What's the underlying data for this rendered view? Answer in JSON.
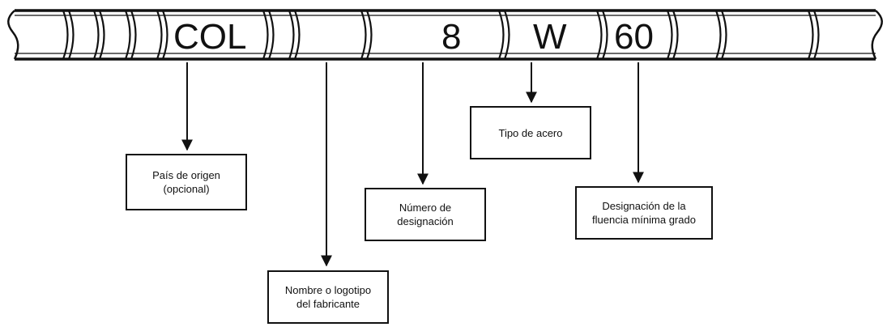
{
  "bar_markings": {
    "country": "COL",
    "size": "8",
    "steel_type": "W",
    "grade": "60"
  },
  "callouts": {
    "country": {
      "line1": "País de origen",
      "line2": "(opcional)"
    },
    "manufacturer": {
      "line1": "Nombre o logotipo",
      "line2": "del fabricante"
    },
    "size": {
      "line1": "Número de",
      "line2": "designación"
    },
    "steel_type": {
      "line1": "Tipo de acero"
    },
    "grade": {
      "line1": "Designación de la",
      "line2": "fluencia mínima grado"
    }
  }
}
